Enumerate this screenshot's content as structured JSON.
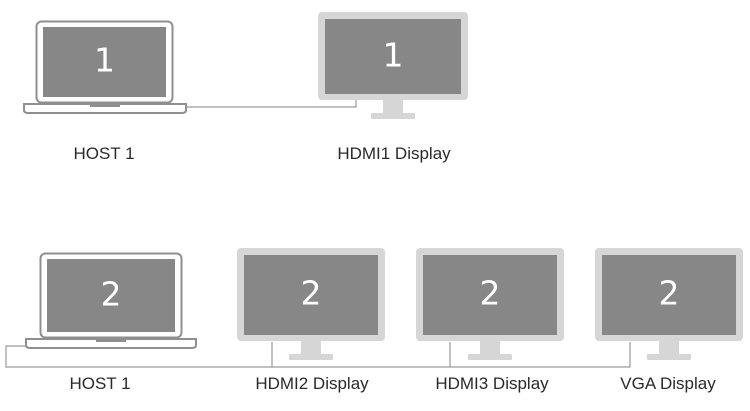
{
  "colors": {
    "screen": "#878787",
    "monitor_bezel": "#d6d6d6",
    "laptop_outline": "#8f8f8f",
    "cable": "#9a9a9a",
    "label_text": "#2a2a2a",
    "screen_number": "#ffffff"
  },
  "row1": {
    "host": {
      "number": "1",
      "label": "HOST 1"
    },
    "displays": [
      {
        "number": "1",
        "label": "HDMI1 Display"
      }
    ]
  },
  "row2": {
    "host": {
      "number": "2",
      "label": "HOST 1"
    },
    "displays": [
      {
        "number": "2",
        "label": "HDMI2 Display"
      },
      {
        "number": "2",
        "label": "HDMI3 Display"
      },
      {
        "number": "2",
        "label": "VGA Display"
      }
    ]
  }
}
